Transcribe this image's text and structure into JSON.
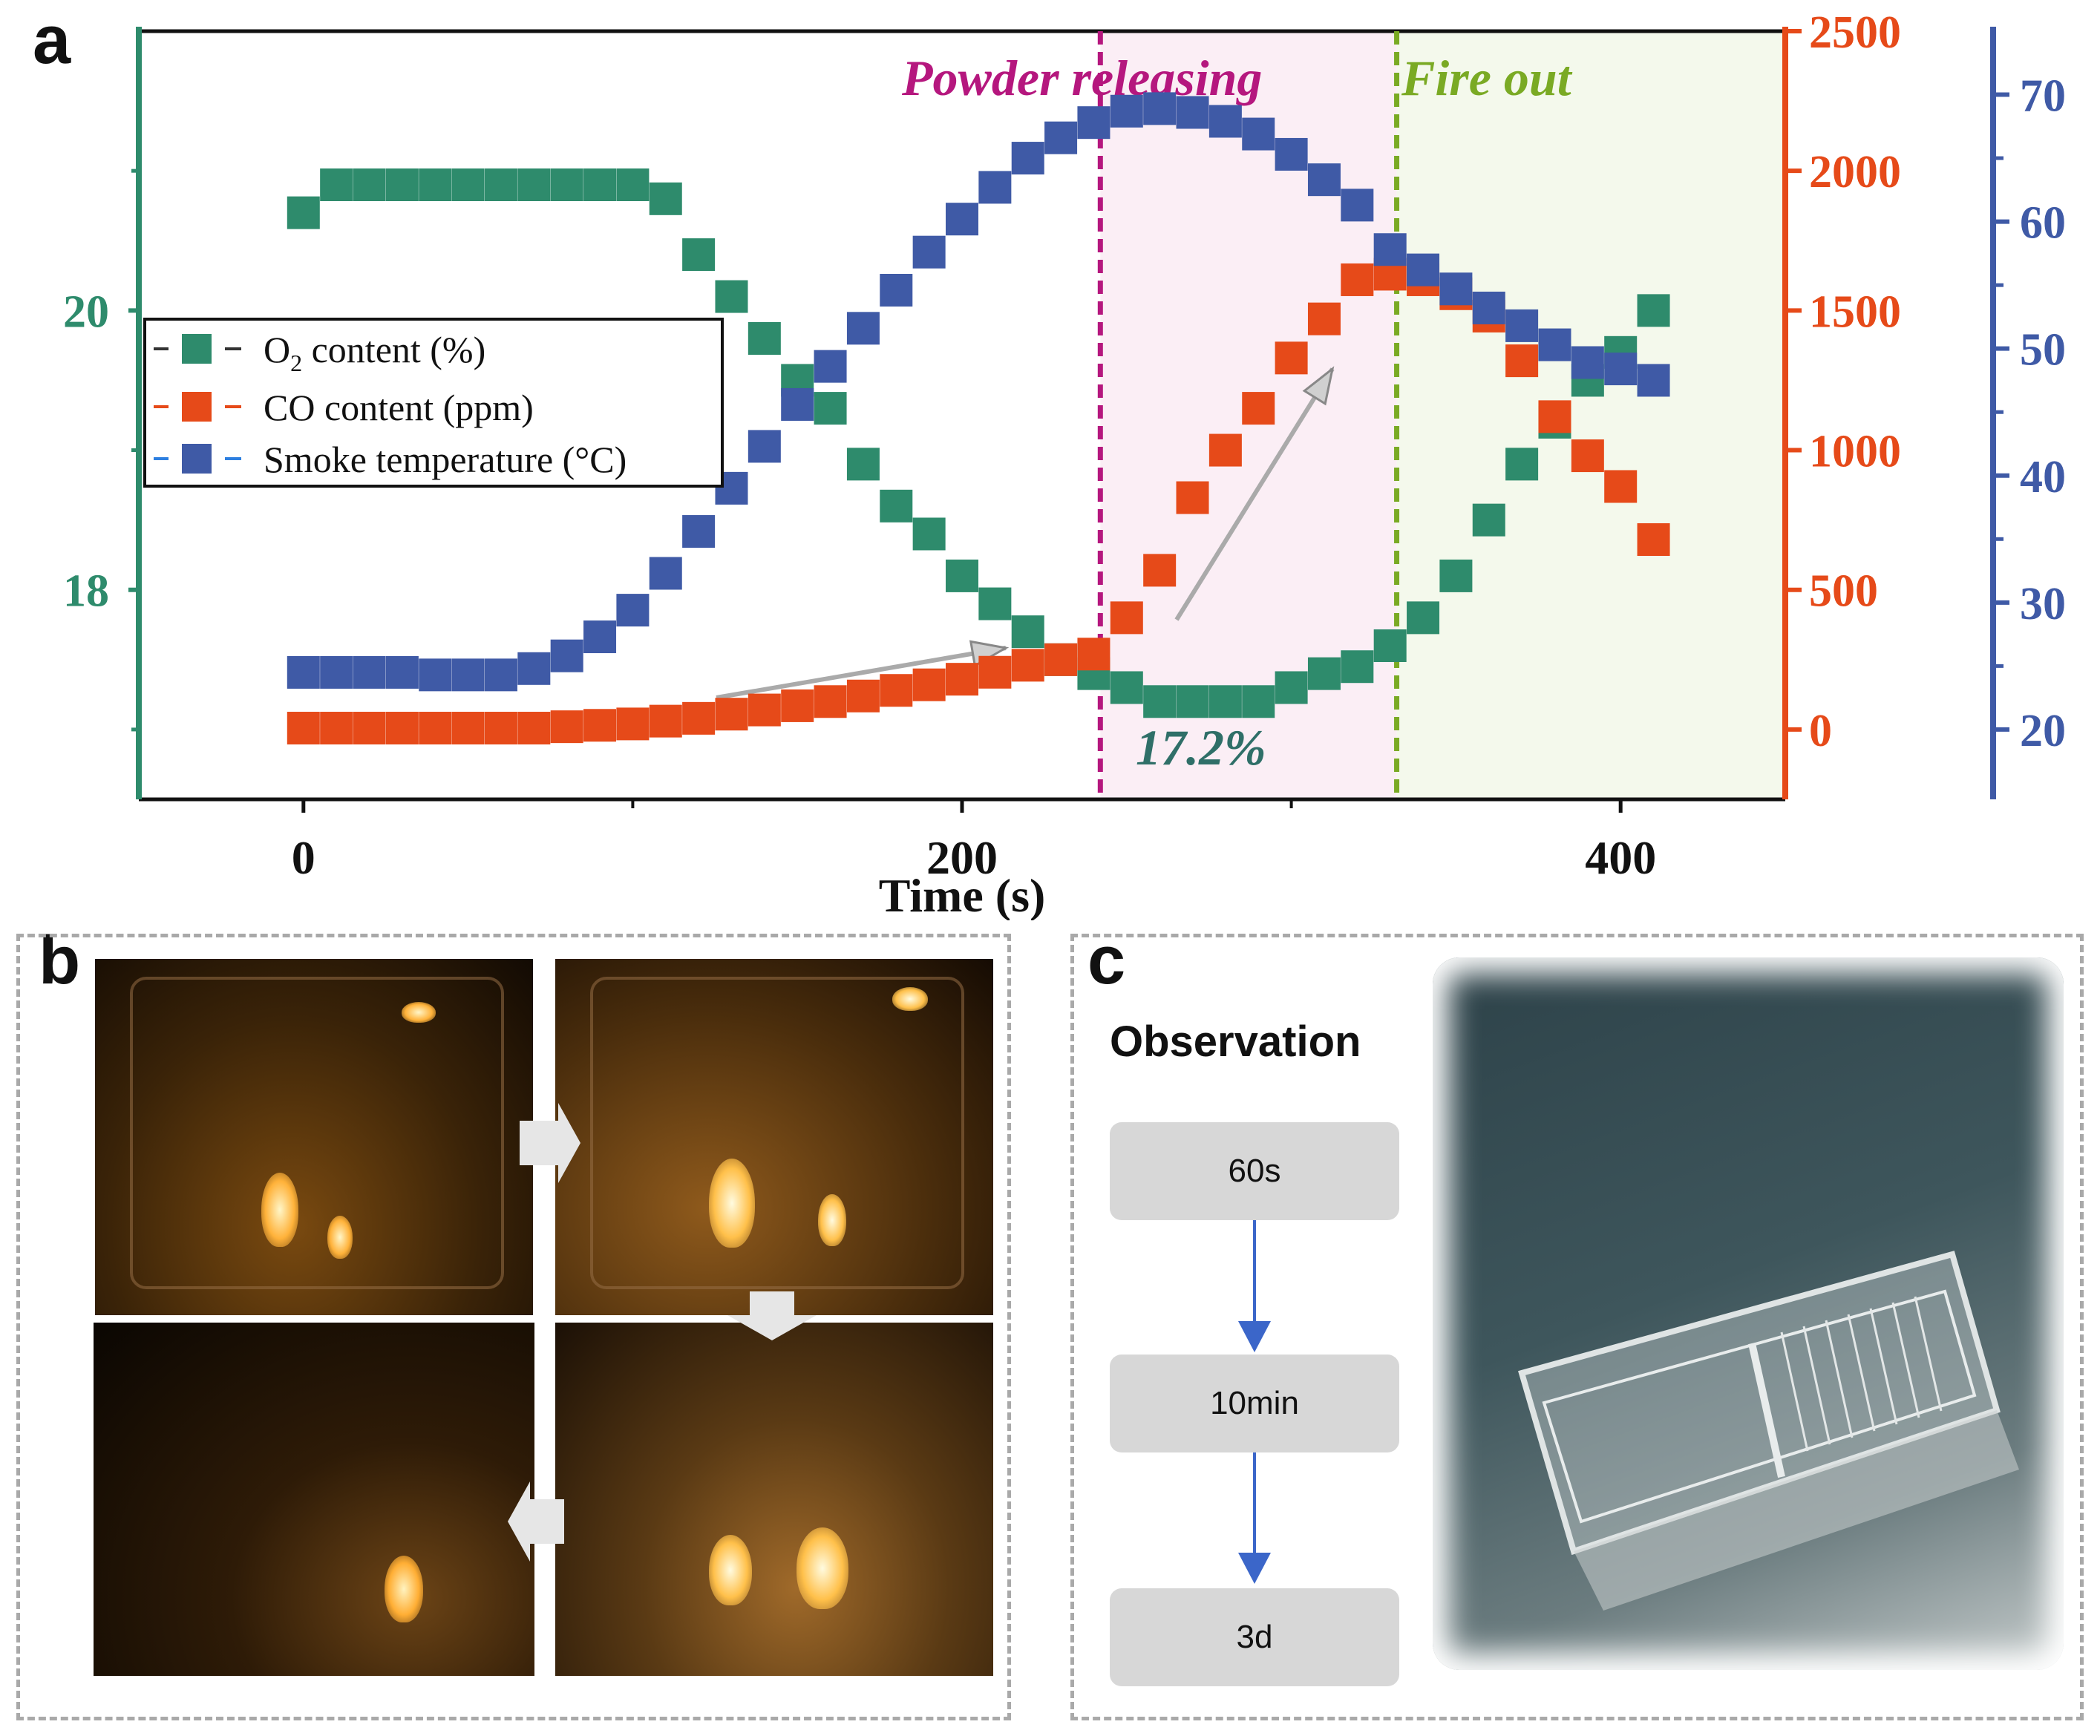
{
  "panels": {
    "a_label": "a",
    "b_label": "b",
    "c_label": "c"
  },
  "chart_data": {
    "type": "scatter",
    "xlabel": "Time (s)",
    "x_ticks": [
      "0",
      "200",
      "400"
    ],
    "xlim": [
      -50,
      450
    ],
    "axes": {
      "o2": {
        "ylim": [
          16.5,
          22
        ],
        "ticks": [
          "18",
          "20"
        ],
        "color": "#2e8b6c"
      },
      "co": {
        "ylim": [
          -250,
          2500
        ],
        "ticks": [
          "0",
          "500",
          "1000",
          "1500",
          "2000",
          "2500"
        ],
        "color": "#e64a19"
      },
      "temp": {
        "ylim": [
          14.5,
          75
        ],
        "ticks": [
          "20",
          "30",
          "40",
          "50",
          "60",
          "70"
        ],
        "color": "#3f5aa6"
      }
    },
    "regions": [
      {
        "label": "Powder releasing",
        "start": 242,
        "end": 332,
        "color": "#b5177e",
        "fill": "#fbeef5"
      },
      {
        "label": "Fire out",
        "start": 332,
        "end": 450,
        "color": "#7aaa24",
        "fill": "#f4f9ec"
      }
    ],
    "annotation": "17.2%",
    "legend": [
      "O",
      "2",
      " content (%)",
      "CO content (ppm)",
      "Smoke temperature (°C)"
    ],
    "series": [
      {
        "name": "O2 content (%)",
        "axis": "o2",
        "color": "#2e8b6c",
        "x": [
          0,
          10,
          20,
          30,
          40,
          50,
          60,
          70,
          80,
          90,
          100,
          110,
          120,
          130,
          140,
          150,
          160,
          170,
          180,
          190,
          200,
          210,
          220,
          230,
          240,
          250,
          260,
          270,
          280,
          290,
          300,
          310,
          320,
          330,
          340,
          350,
          360,
          370,
          380,
          390,
          400,
          410
        ],
        "y": [
          20.7,
          20.9,
          20.9,
          20.9,
          20.9,
          20.9,
          20.9,
          20.9,
          20.9,
          20.9,
          20.9,
          20.8,
          20.4,
          20.1,
          19.8,
          19.5,
          19.3,
          18.9,
          18.6,
          18.4,
          18.1,
          17.9,
          17.7,
          17.5,
          17.4,
          17.3,
          17.2,
          17.2,
          17.2,
          17.2,
          17.3,
          17.4,
          17.45,
          17.6,
          17.8,
          18.1,
          18.5,
          18.9,
          19.2,
          19.5,
          19.7,
          20.0
        ]
      },
      {
        "name": "CO content (ppm)",
        "axis": "co",
        "color": "#e64a19",
        "x": [
          0,
          10,
          20,
          30,
          40,
          50,
          60,
          70,
          80,
          90,
          100,
          110,
          120,
          130,
          140,
          150,
          160,
          170,
          180,
          190,
          200,
          210,
          220,
          230,
          240,
          250,
          260,
          270,
          280,
          290,
          300,
          310,
          320,
          330,
          340,
          350,
          360,
          370,
          380,
          390,
          400,
          410
        ],
        "y": [
          5,
          5,
          5,
          5,
          5,
          5,
          5,
          5,
          10,
          15,
          20,
          30,
          40,
          55,
          70,
          85,
          100,
          120,
          140,
          160,
          180,
          205,
          230,
          250,
          270,
          400,
          570,
          830,
          1000,
          1150,
          1330,
          1470,
          1610,
          1630,
          1610,
          1560,
          1480,
          1320,
          1120,
          980,
          870,
          680
        ]
      },
      {
        "name": "Smoke temperature (°C)",
        "axis": "temp",
        "color": "#3f5aa6",
        "x": [
          0,
          10,
          20,
          30,
          40,
          50,
          60,
          70,
          80,
          90,
          100,
          110,
          120,
          130,
          140,
          150,
          160,
          170,
          180,
          190,
          200,
          210,
          220,
          230,
          240,
          250,
          260,
          270,
          280,
          290,
          300,
          310,
          320,
          330,
          340,
          350,
          360,
          370,
          380,
          390,
          400,
          410
        ],
        "y": [
          24.5,
          24.5,
          24.5,
          24.5,
          24.3,
          24.3,
          24.3,
          24.8,
          25.8,
          27.3,
          29.4,
          32.3,
          35.6,
          39.0,
          42.3,
          45.6,
          48.6,
          51.6,
          54.6,
          57.6,
          60.2,
          62.7,
          65.0,
          66.6,
          67.8,
          68.7,
          68.9,
          68.6,
          67.9,
          66.9,
          65.3,
          63.3,
          61.3,
          57.8,
          56.2,
          54.7,
          53.2,
          51.8,
          50.3,
          48.9,
          48.4,
          47.5
        ]
      }
    ]
  },
  "flow": {
    "title": "Observation",
    "steps": [
      "60s",
      "10min",
      "3d"
    ]
  }
}
